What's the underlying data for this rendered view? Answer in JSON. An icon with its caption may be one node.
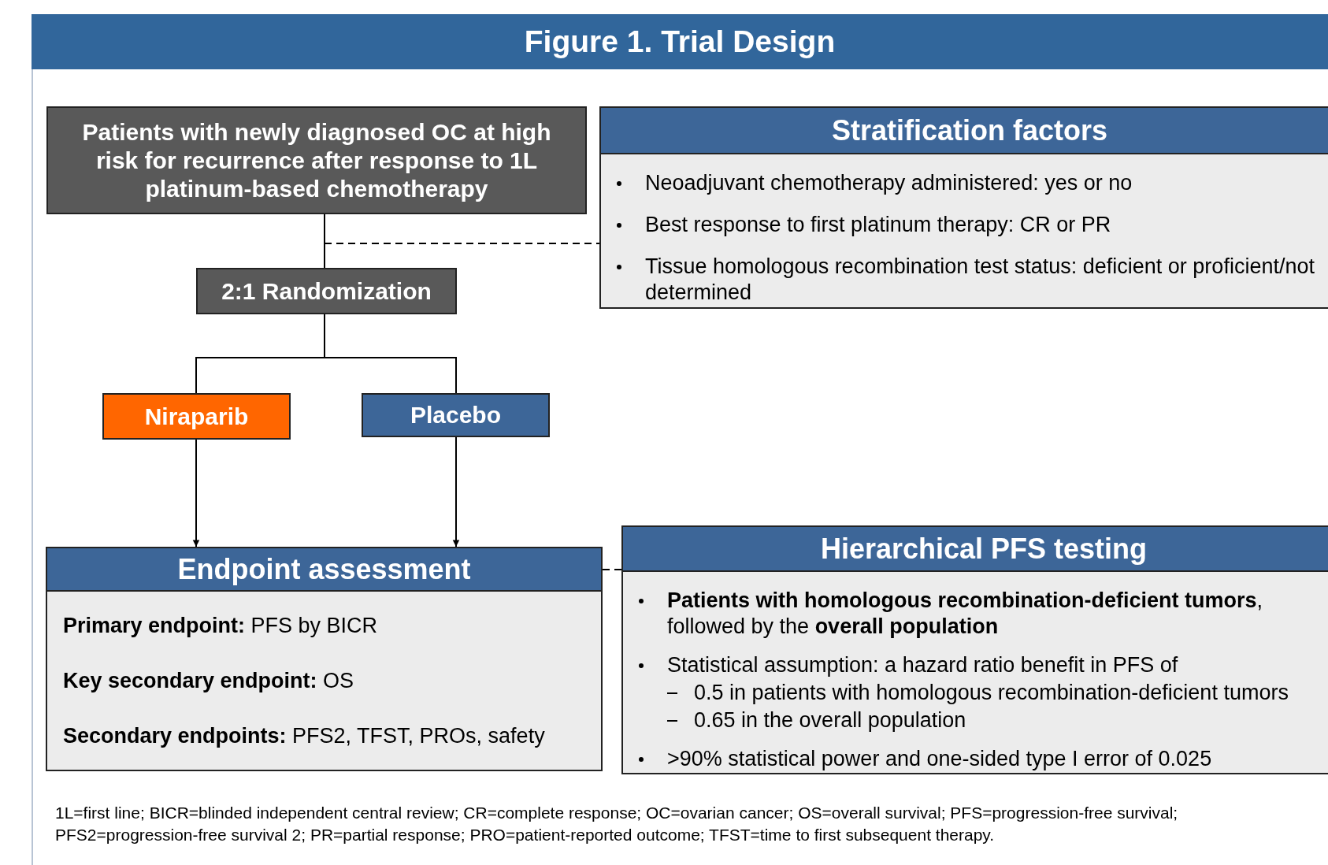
{
  "diagram": {
    "title": "Figure 1. Trial Design",
    "nodes": [
      {
        "text": [
          "Patients with newly diagnosed OC at high risk for recurrence after response to 1L platinum-based chemotherapy"
        ]
      },
      {
        "text": [
          "Stratification factors",
          "Neoadjuvant chemotherapy administered: yes or no",
          "Best response to first platinum therapy: CR or PR",
          "Tissue homologous recombination test status: deficient or proficient/not determined"
        ]
      },
      {
        "text": [
          "2:1 Randomization"
        ]
      },
      {
        "text": [
          "Niraparib"
        ]
      },
      {
        "text": [
          "Placebo"
        ]
      },
      {
        "text": [
          "Endpoint assessment",
          "**Primary endpoint:** PFS by BICR",
          "**Key secondary endpoint:** OS",
          "**Secondary endpoints:** PFS2, TFST, PROs, safety"
        ]
      },
      {
        "text": [
          "Hierarchical PFS testing",
          "**Patients with homologous recombination-deficient tumors**, followed by the **overall population**",
          "Statistical assumption: a hazard ratio benefit in PFS of",
          "0.5 in patients with homologous recombination-deficient tumors",
          "0.65 in the overall population",
          ">90% statistical power and one-sided type I error of 0.025"
        ]
      }
    ],
    "edges": [
      {
        "from": 0,
        "to": 2,
        "arrow": "none"
      },
      {
        "from": null,
        "to": 1,
        "arrow": "none",
        "style": "dashed"
      },
      {
        "from": 2,
        "to": 3,
        "arrow": "none"
      },
      {
        "from": 2,
        "to": 4,
        "arrow": "none"
      },
      {
        "from": 3,
        "to": 5,
        "arrow": "to"
      },
      {
        "from": 4,
        "to": 5,
        "arrow": "to"
      },
      {
        "from": 5,
        "to": 6,
        "arrow": "none",
        "style": "dashed"
      }
    ],
    "labels": [
      "1L=first line; BICR=blinded independent central review; CR=complete response; OC=ovarian cancer; OS=overall survival; PFS=progression-free survival; PFS2=progression-free survival 2; PR=partial response; PRO=patient-reported outcome; TFST=time to first subsequent therapy."
    ]
  }
}
